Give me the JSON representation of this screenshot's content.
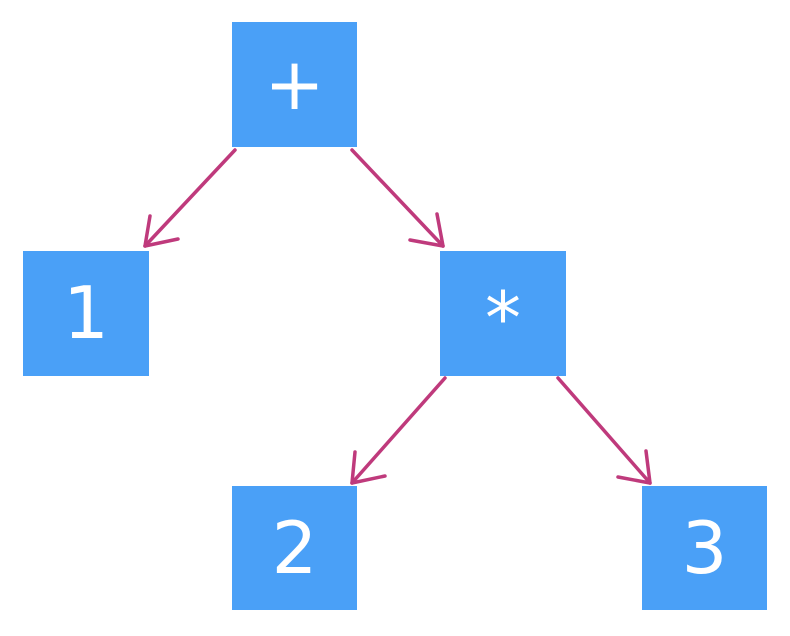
{
  "diagram": {
    "nodes": {
      "plus": {
        "label": "+"
      },
      "one": {
        "label": "1"
      },
      "times": {
        "label": "*"
      },
      "two": {
        "label": "2"
      },
      "three": {
        "label": "3"
      }
    },
    "colors": {
      "node_fill": "#4aa0f7",
      "node_text": "#ffffff",
      "edge": "#bf3a7c"
    }
  }
}
